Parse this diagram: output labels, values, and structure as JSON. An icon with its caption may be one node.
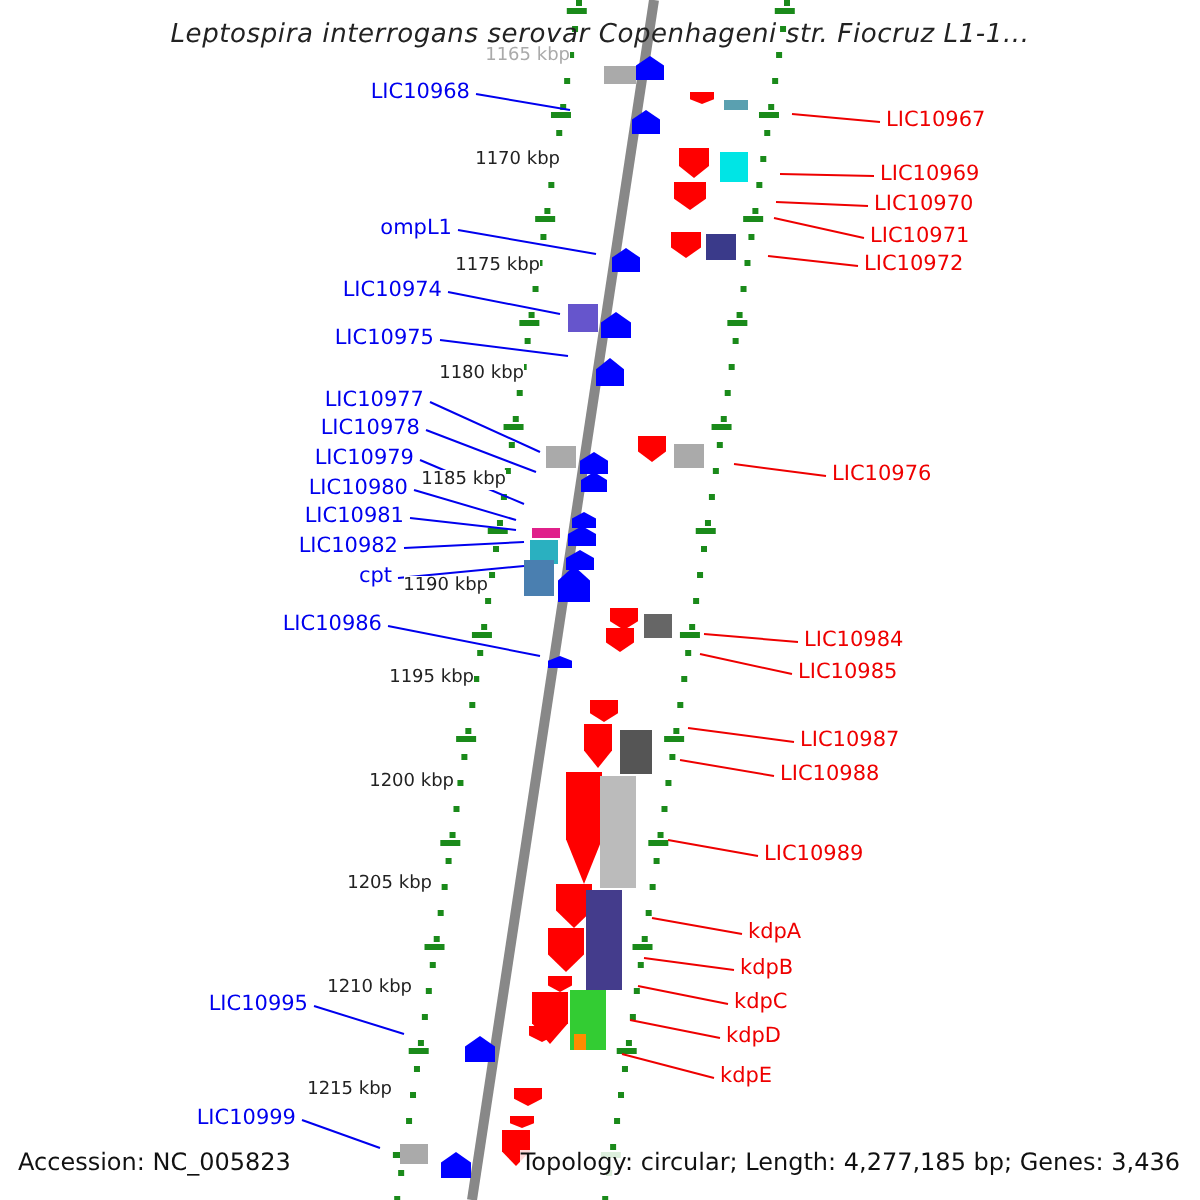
{
  "diagram": {
    "title": "Leptospira interrogans serovar Copenhageni str. Fiocruz L1-1...",
    "nodes": [
      {
        "text": [
          "LIC10968"
        ]
      },
      {
        "text": [
          "ompL1"
        ]
      },
      {
        "text": [
          "LIC10974"
        ]
      },
      {
        "text": [
          "LIC10975"
        ]
      },
      {
        "text": [
          "LIC10977"
        ]
      },
      {
        "text": [
          "LIC10978"
        ]
      },
      {
        "text": [
          "LIC10979"
        ]
      },
      {
        "text": [
          "LIC10980"
        ]
      },
      {
        "text": [
          "LIC10981"
        ]
      },
      {
        "text": [
          "LIC10982"
        ]
      },
      {
        "text": [
          "cpt"
        ]
      },
      {
        "text": [
          "LIC10986"
        ]
      },
      {
        "text": [
          "LIC10995"
        ]
      },
      {
        "text": [
          "LIC10999"
        ]
      },
      {
        "text": [
          "LIC10967"
        ]
      },
      {
        "text": [
          "LIC10969"
        ]
      },
      {
        "text": [
          "LIC10970"
        ]
      },
      {
        "text": [
          "LIC10971"
        ]
      },
      {
        "text": [
          "LIC10972"
        ]
      },
      {
        "text": [
          "LIC10976"
        ]
      },
      {
        "text": [
          "LIC10984"
        ]
      },
      {
        "text": [
          "LIC10985"
        ]
      },
      {
        "text": [
          "LIC10987"
        ]
      },
      {
        "text": [
          "LIC10988"
        ]
      },
      {
        "text": [
          "LIC10989"
        ]
      },
      {
        "text": [
          "kdpA"
        ]
      },
      {
        "text": [
          "kdpB"
        ]
      },
      {
        "text": [
          "kdpC"
        ]
      },
      {
        "text": [
          "kdpD"
        ]
      },
      {
        "text": [
          "kdpE"
        ]
      }
    ],
    "edges": [
      {
        "from": 0,
        "to": null,
        "arrow": "none",
        "color": "#0000ee"
      },
      {
        "from": 1,
        "to": null,
        "arrow": "none",
        "color": "#0000ee"
      },
      {
        "from": 2,
        "to": null,
        "arrow": "none",
        "color": "#0000ee"
      },
      {
        "from": 3,
        "to": null,
        "arrow": "none",
        "color": "#0000ee"
      },
      {
        "from": 4,
        "to": null,
        "arrow": "none",
        "color": "#0000ee"
      },
      {
        "from": 5,
        "to": null,
        "arrow": "none",
        "color": "#0000ee"
      },
      {
        "from": 6,
        "to": null,
        "arrow": "none",
        "color": "#0000ee"
      },
      {
        "from": 7,
        "to": null,
        "arrow": "none",
        "color": "#0000ee"
      },
      {
        "from": 8,
        "to": null,
        "arrow": "none",
        "color": "#0000ee"
      },
      {
        "from": 9,
        "to": null,
        "arrow": "none",
        "color": "#0000ee"
      },
      {
        "from": 10,
        "to": null,
        "arrow": "none",
        "color": "#0000ee"
      },
      {
        "from": 11,
        "to": null,
        "arrow": "none",
        "color": "#0000ee"
      },
      {
        "from": 12,
        "to": null,
        "arrow": "none",
        "color": "#0000ee"
      },
      {
        "from": 13,
        "to": null,
        "arrow": "none",
        "color": "#0000ee"
      },
      {
        "from": 14,
        "to": null,
        "arrow": "none",
        "color": "#ee0000"
      },
      {
        "from": 15,
        "to": null,
        "arrow": "none",
        "color": "#ee0000"
      },
      {
        "from": 16,
        "to": null,
        "arrow": "none",
        "color": "#ee0000"
      },
      {
        "from": 17,
        "to": null,
        "arrow": "none",
        "color": "#ee0000"
      },
      {
        "from": 18,
        "to": null,
        "arrow": "none",
        "color": "#ee0000"
      },
      {
        "from": 19,
        "to": null,
        "arrow": "none",
        "color": "#ee0000"
      },
      {
        "from": 20,
        "to": null,
        "arrow": "none",
        "color": "#ee0000"
      },
      {
        "from": 21,
        "to": null,
        "arrow": "none",
        "color": "#ee0000"
      },
      {
        "from": 22,
        "to": null,
        "arrow": "none",
        "color": "#ee0000"
      },
      {
        "from": 23,
        "to": null,
        "arrow": "none",
        "color": "#ee0000"
      },
      {
        "from": 24,
        "to": null,
        "arrow": "none",
        "color": "#ee0000"
      },
      {
        "from": 25,
        "to": null,
        "arrow": "none",
        "color": "#ee0000"
      },
      {
        "from": 26,
        "to": null,
        "arrow": "none",
        "color": "#ee0000"
      },
      {
        "from": 27,
        "to": null,
        "arrow": "none",
        "color": "#ee0000"
      },
      {
        "from": 28,
        "to": null,
        "arrow": "none",
        "color": "#ee0000"
      },
      {
        "from": 29,
        "to": null,
        "arrow": "none",
        "color": "#ee0000"
      }
    ],
    "labels": [
      "1165 kbp",
      "1170 kbp",
      "1175 kbp",
      "1180 kbp",
      "1185 kbp",
      "1190 kbp",
      "1195 kbp",
      "1200 kbp",
      "1205 kbp",
      "1210 kbp",
      "1215 kbp",
      "Accession: NC_005823",
      "Topology: circular; Length: 4,277,185 bp; Genes: 3,436"
    ]
  }
}
